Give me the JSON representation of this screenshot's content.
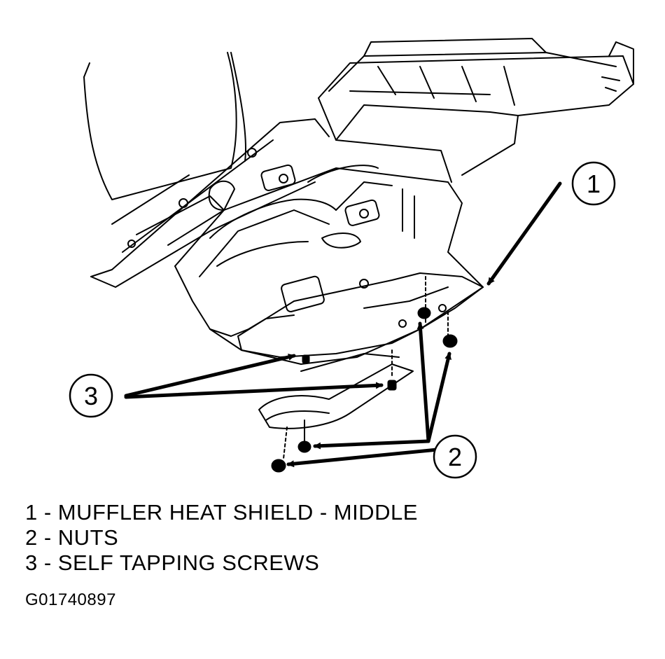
{
  "diagram": {
    "callouts": [
      {
        "id": "1",
        "label": "1"
      },
      {
        "id": "2",
        "label": "2"
      },
      {
        "id": "3",
        "label": "3"
      }
    ],
    "legend": [
      {
        "key": "1",
        "text": "1 - MUFFLER HEAT SHIELD - MIDDLE"
      },
      {
        "key": "2",
        "text": "2 - NUTS"
      },
      {
        "key": "3",
        "text": "3 - SELF TAPPING SCREWS"
      }
    ],
    "figure_id": "G01740897"
  }
}
